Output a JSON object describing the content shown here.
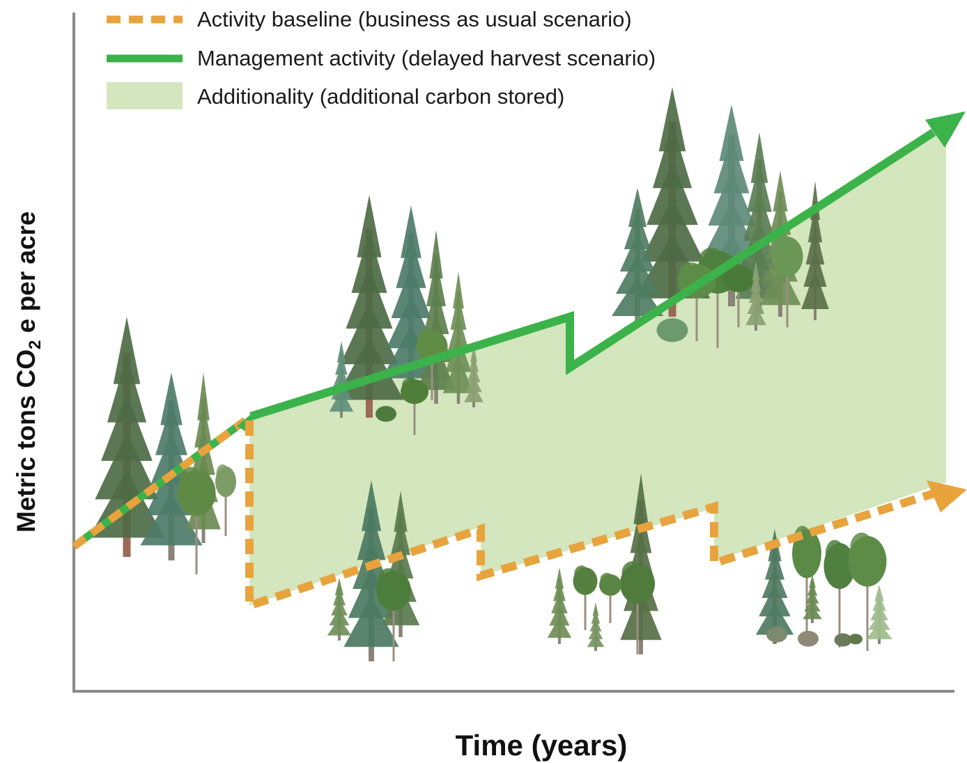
{
  "colors": {
    "baseline": "#e8a33d",
    "management": "#3cb34a",
    "additionality": "#d3e6bd",
    "axis": "#8a8a8a",
    "text": "#1a1a1a"
  },
  "legend": {
    "baseline_label": "Activity baseline (business as usual scenario)",
    "management_label": "Management activity (delayed harvest scenario)",
    "additionality_label": "Additionality (additional carbon stored)"
  },
  "axes": {
    "y_title_main": "Metric tons CO",
    "y_title_sub": "2",
    "y_title_tail": " e per acre",
    "x_title": "Time (years)"
  },
  "icons": {
    "tree_group": "conifer-tree-icon",
    "broadleaf": "broadleaf-tree-icon",
    "shrub": "shrub-icon"
  }
}
